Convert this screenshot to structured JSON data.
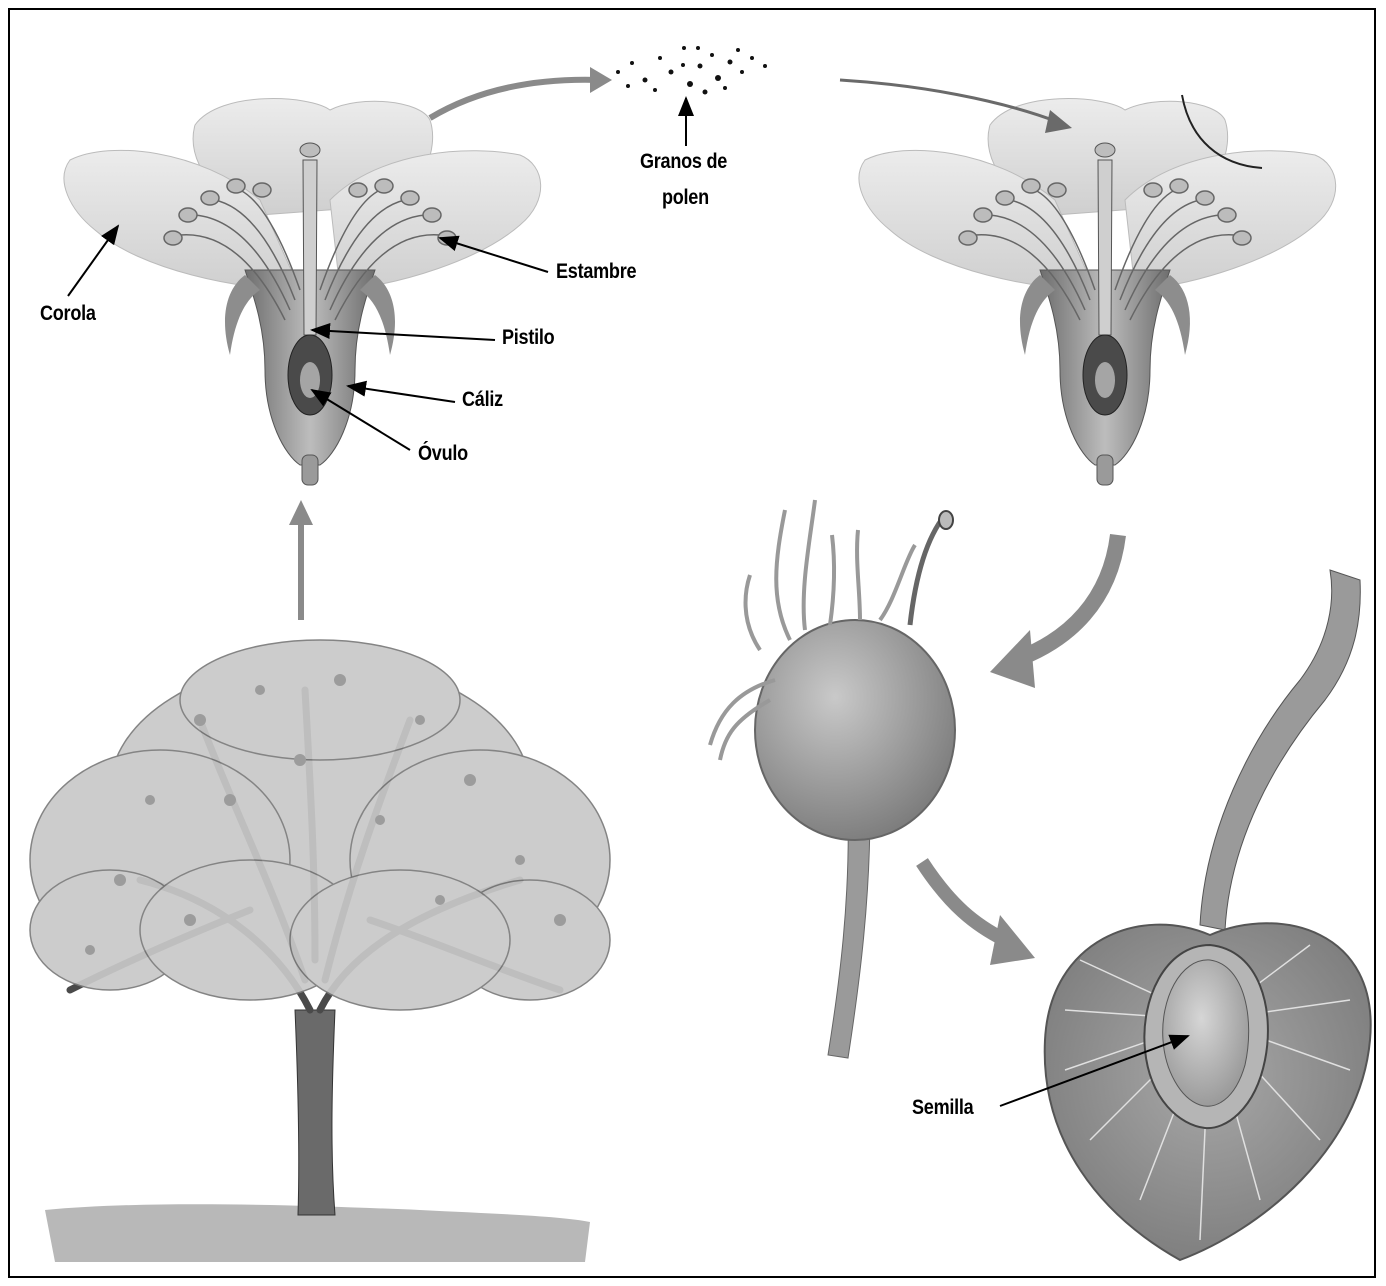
{
  "labels": {
    "corola": "Corola",
    "estambre": "Estambre",
    "pistilo": "Pistilo",
    "caliz": "Cáliz",
    "ovulo": "Óvulo",
    "granos_line1": "Granos de",
    "granos_line2": "polen",
    "semilla": "Semilla"
  },
  "colors": {
    "ink": "#000000",
    "petal": "#e2e2e2",
    "flower_body": "#9a9a9a",
    "flow_arrow": "#8a8a8a",
    "cherry_flesh": "#8c8c8c",
    "foliage": "#c8c8c8",
    "trunk": "#6a6a6a"
  }
}
